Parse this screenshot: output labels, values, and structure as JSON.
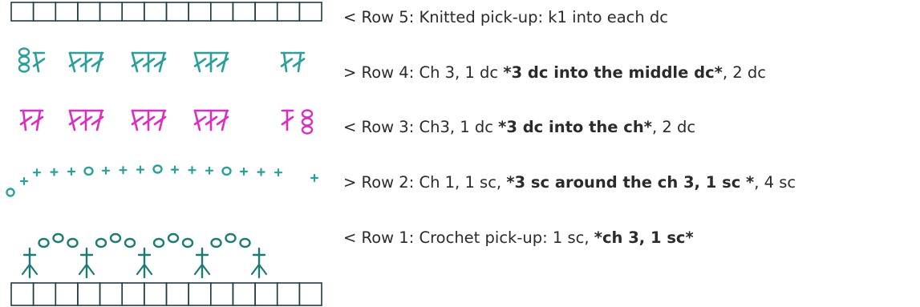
{
  "colors": {
    "knit_grid": "#1f3b44",
    "row4_teal": "#2ba09a",
    "row3_magenta": "#d92fc1",
    "row2_teal": "#2ba09a",
    "row1_teal": "#1f7a76",
    "base_grid": "#1f3b44",
    "text": "#2b2b2b"
  },
  "rows": [
    {
      "id": "row5",
      "arrow": "<",
      "pre": "Row 5: Knitted pick-up: k1 into each dc",
      "bold": "",
      "post": ""
    },
    {
      "id": "row4",
      "arrow": ">",
      "pre": "Row 4: Ch 3, 1 dc ",
      "bold": "*3 dc into the middle dc*",
      "post": ", 2 dc"
    },
    {
      "id": "row3",
      "arrow": "<",
      "pre": "Row 3: Ch3, 1 dc ",
      "bold": "*3 dc into the ch*",
      "post": ", 2 dc"
    },
    {
      "id": "row2",
      "arrow": ">",
      "pre": "Row 2: Ch 1, 1 sc, ",
      "bold": "*3 sc around the ch 3, 1 sc *",
      "post": ", 4 sc"
    },
    {
      "id": "row1",
      "arrow": "<",
      "pre": "Row 1: Crochet pick-up: 1 sc, ",
      "bold": "*ch 3, 1 sc*",
      "post": ""
    }
  ],
  "symbols": {
    "knit_stitch": "knit-cell",
    "double_crochet": "dc-symbol",
    "chain": "chain-oval",
    "single_crochet": "sc-plus"
  },
  "counts": {
    "row5_knit_cells": 14,
    "base_knit_cells": 14,
    "row4_groups": 5,
    "row3_groups": 5,
    "row1_sc": 5,
    "row1_chain_groups": 4
  }
}
